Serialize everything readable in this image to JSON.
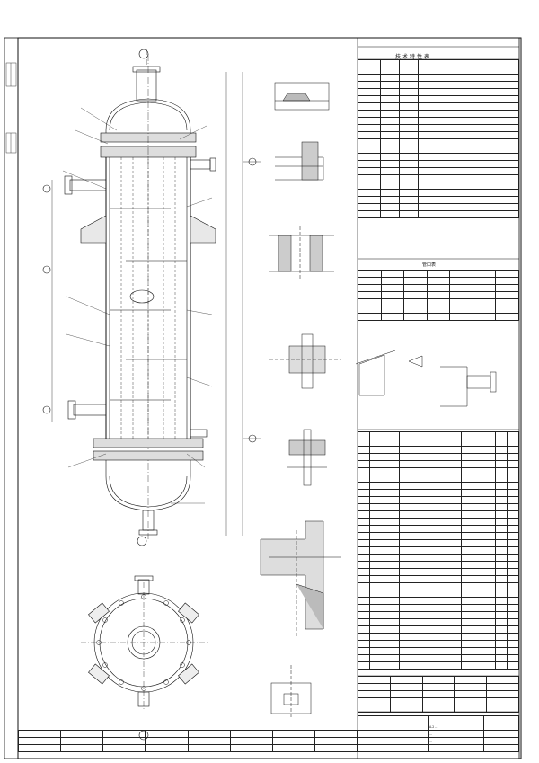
{
  "sheet": {
    "title": "技术特性表"
  },
  "parts_table": {
    "title": "管口表"
  },
  "title_block": {
    "lines": [
      "A-2 …",
      "…",
      "…"
    ]
  }
}
